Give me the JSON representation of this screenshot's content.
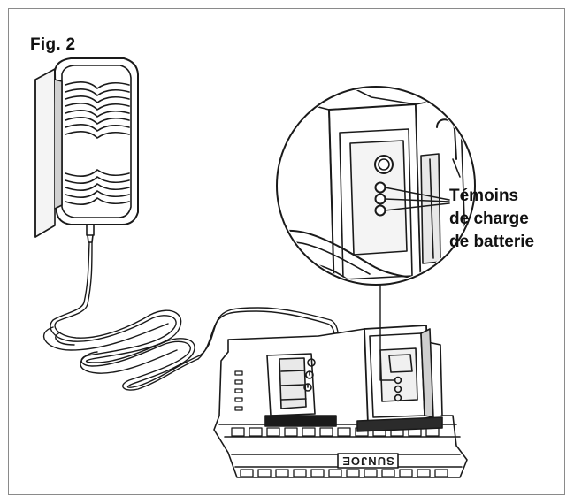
{
  "figure": {
    "title": "Fig. 2"
  },
  "callout": {
    "line1": "Témoins",
    "line2": "de charge",
    "line3": "de batterie"
  },
  "charger": {
    "brand": "SUNJOE"
  },
  "colors": {
    "ink": "#1a1a1a",
    "frame": "#8a8a8a",
    "background": "#ffffff"
  }
}
